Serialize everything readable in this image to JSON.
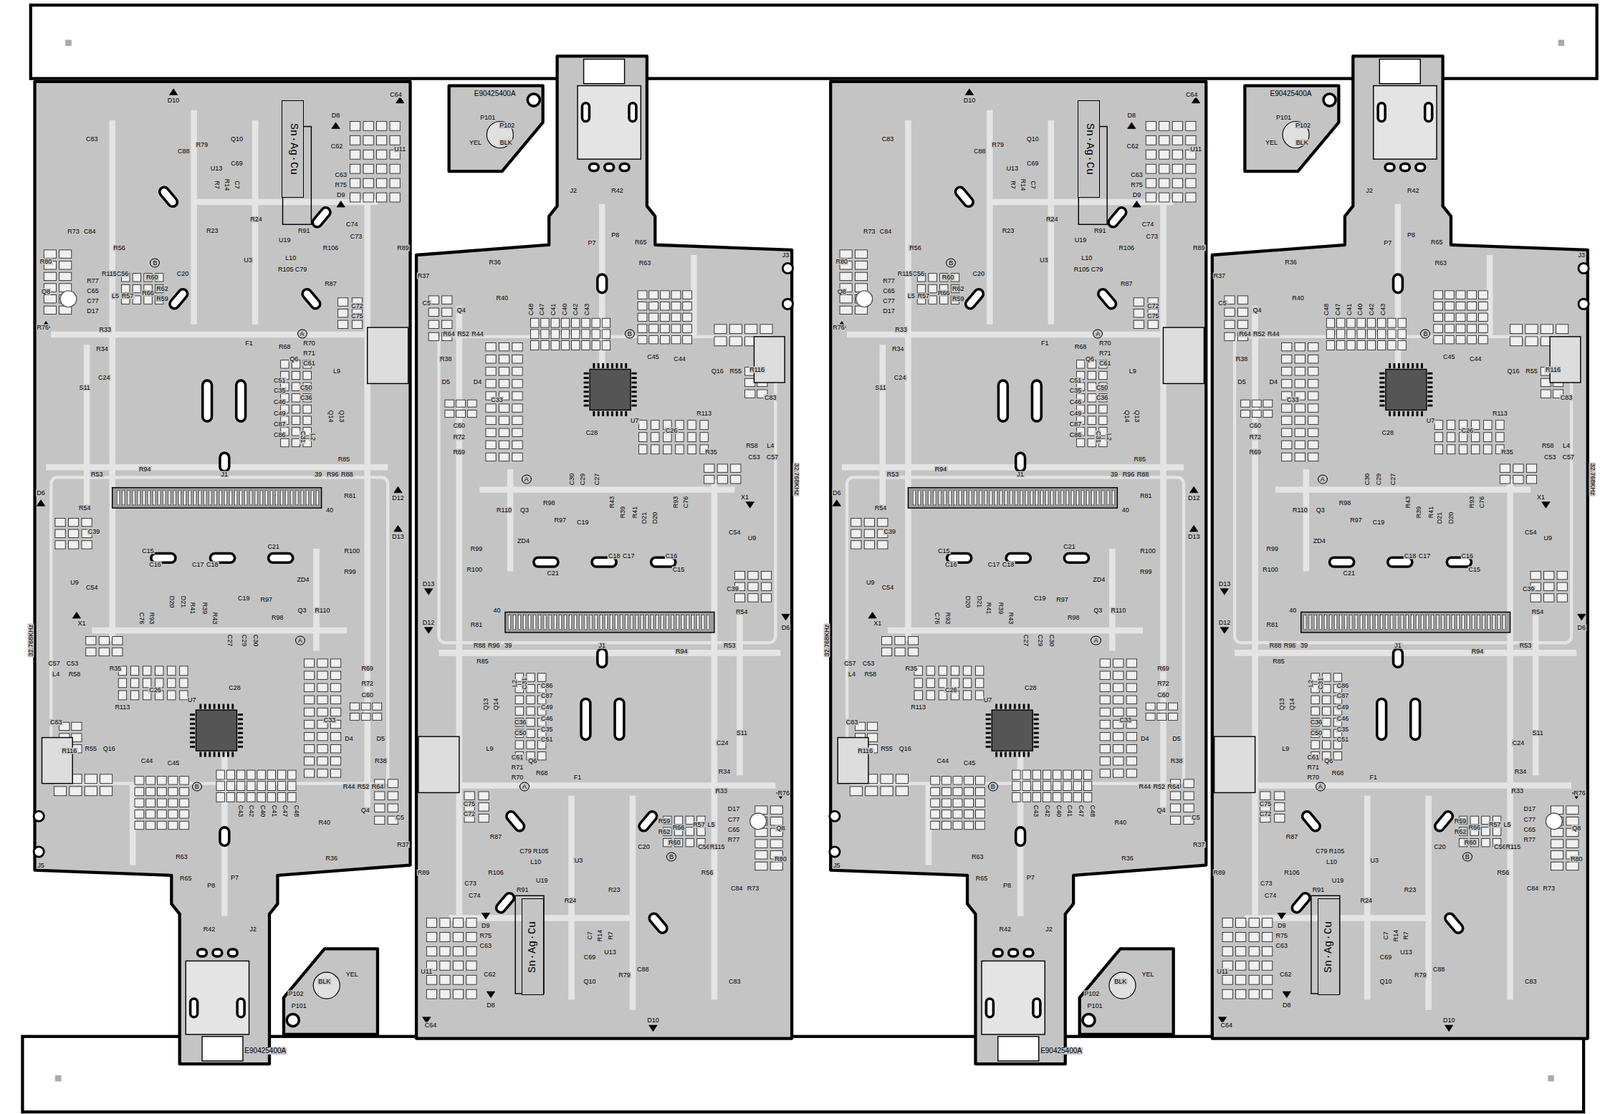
{
  "diagram": {
    "nodes": [
      {
        "text": [
          "Sn·Ag·Cu"
        ]
      },
      {
        "text": [
          "Sn·Ag·Cu"
        ]
      },
      {
        "text": [
          "Sn·Ag·Cu"
        ]
      },
      {
        "text": [
          "Sn·Ag·Cu"
        ]
      }
    ],
    "labels": [
      "J5",
      "R42",
      "J2",
      "P7",
      "P8",
      "R65",
      "R63",
      "R36",
      "R37",
      "C5",
      "Q4",
      "R64",
      "R52",
      "R44",
      "R40",
      "C48",
      "C47",
      "C41",
      "C40",
      "C42",
      "C43",
      "R38",
      "D5",
      "D4",
      "C33",
      "C45",
      "C44",
      "Q16",
      "R55",
      "R116",
      "U7",
      "C28",
      "C26",
      "R113",
      "R35",
      "C83",
      "R58",
      "L4",
      "C53",
      "C57",
      "32.768KHz",
      "C60",
      "R72",
      "R69",
      "C30",
      "C29",
      "C27",
      "R110",
      "Q3",
      "R98",
      "R97",
      "C19",
      "R43",
      "R39",
      "R41",
      "D21",
      "D20",
      "R93",
      "C76",
      "X1",
      "C54",
      "U9",
      "R99",
      "R100",
      "ZD4",
      "C21",
      "C18",
      "C17",
      "C16",
      "C15",
      "C39",
      "R54",
      "D6",
      "D13",
      "D12",
      "40",
      "R81",
      "R88",
      "R96",
      "39",
      "J1",
      "R94",
      "R53",
      "R85",
      "L2",
      "C31",
      "C86",
      "C87",
      "C49",
      "C46",
      "C35",
      "C51",
      "C36",
      "C50",
      "Q6",
      "C61",
      "R71",
      "R70",
      "R68",
      "Q13",
      "Q14",
      "L9",
      "C24",
      "S11",
      "R34",
      "R33",
      "D17",
      "C77",
      "C65",
      "R77",
      "Q8",
      "R80",
      "R76",
      "C75",
      "C72",
      "R87",
      "R89",
      "R106",
      "C79",
      "R105",
      "L10",
      "U19",
      "R91",
      "C73",
      "C74",
      "U3",
      "R59",
      "R62",
      "R66",
      "R60",
      "R57",
      "L5",
      "C56",
      "R115",
      "R56",
      "R24",
      "R23",
      "C20",
      "C84",
      "R73",
      "D9",
      "R75",
      "C63",
      "C7",
      "R14",
      "R7",
      "C69",
      "U13",
      "Q10",
      "R79",
      "C88",
      "C83",
      "U11",
      "C62",
      "D8",
      "C64",
      "D10",
      "F1",
      "A",
      "B",
      "A",
      "B",
      "E90425400A",
      "P101",
      "P102",
      "BLK",
      "YEL",
      "J3",
      "R42",
      "J2",
      "P7",
      "P8",
      "R65",
      "R63",
      "R36",
      "R37",
      "C5",
      "Q4",
      "R64",
      "R52",
      "R44",
      "R40",
      "C48",
      "C47",
      "C41",
      "C40",
      "C42",
      "C43",
      "R38",
      "D5",
      "D4",
      "C33",
      "C45",
      "C44",
      "Q16",
      "R55",
      "R116",
      "U7",
      "C28",
      "C26",
      "R113",
      "R35",
      "C83",
      "R58",
      "L4",
      "C53",
      "C57",
      "32.768KHz",
      "C60",
      "R72",
      "R69",
      "C30",
      "C29",
      "C27",
      "R110",
      "Q3",
      "R98",
      "R97",
      "C19",
      "R43",
      "R39",
      "R41",
      "D21",
      "D20",
      "R93",
      "C76",
      "X1",
      "C54",
      "U9",
      "R99",
      "R100",
      "ZD4",
      "C21",
      "C18",
      "C17",
      "C16",
      "C15",
      "C39",
      "R54",
      "D6",
      "D13",
      "D12",
      "40",
      "R81",
      "R88",
      "R96",
      "39",
      "J1",
      "R94",
      "R53",
      "R85",
      "L2",
      "C31",
      "C86",
      "C87",
      "C49",
      "C46",
      "C35",
      "C51",
      "C36",
      "C50",
      "Q6",
      "C61",
      "R71",
      "R70",
      "R68",
      "Q13",
      "Q14",
      "L9",
      "C24",
      "S11",
      "R34",
      "R33",
      "D17",
      "C77",
      "C65",
      "R77",
      "Q8",
      "R80",
      "R76",
      "C75",
      "C72",
      "R87",
      "R89",
      "R106",
      "C79",
      "R105",
      "L10",
      "U19",
      "R91",
      "C73",
      "C74",
      "U3",
      "R59",
      "R62",
      "R66",
      "R60",
      "R57",
      "L5",
      "C56",
      "R115",
      "R56",
      "R24",
      "R23",
      "C20",
      "C84",
      "R73",
      "D9",
      "R75",
      "C63",
      "C7",
      "R14",
      "R7",
      "C69",
      "U13",
      "Q10",
      "R79",
      "C88",
      "C83",
      "U11",
      "C62",
      "D8",
      "C64",
      "D10",
      "F1",
      "A",
      "B",
      "A",
      "B",
      "E90425400A",
      "P101",
      "P102",
      "BLK",
      "YEL",
      "J5",
      "R42",
      "J2",
      "P7",
      "P8",
      "R65",
      "R63",
      "R36",
      "R37",
      "C5",
      "Q4",
      "R64",
      "R52",
      "R44",
      "R40",
      "C48",
      "C47",
      "C41",
      "C40",
      "C42",
      "C43",
      "R38",
      "D5",
      "D4",
      "C33",
      "C45",
      "C44",
      "Q16",
      "R55",
      "R116",
      "U7",
      "C28",
      "C26",
      "R113",
      "R35",
      "C83",
      "R58",
      "L4",
      "C53",
      "C57",
      "32.768KHz",
      "C60",
      "R72",
      "R69",
      "C30",
      "C29",
      "C27",
      "R110",
      "Q3",
      "R98",
      "R97",
      "C19",
      "R43",
      "R39",
      "R41",
      "D21",
      "D20",
      "R93",
      "C76",
      "X1",
      "C54",
      "U9",
      "R99",
      "R100",
      "ZD4",
      "C21",
      "C18",
      "C17",
      "C16",
      "C15",
      "C39",
      "R54",
      "D6",
      "D13",
      "D12",
      "40",
      "R81",
      "R88",
      "R96",
      "39",
      "J1",
      "R94",
      "R53",
      "R85",
      "L2",
      "C31",
      "C86",
      "C87",
      "C49",
      "C46",
      "C35",
      "C51",
      "C36",
      "C50",
      "Q6",
      "C61",
      "R71",
      "R70",
      "R68",
      "Q13",
      "Q14",
      "L9",
      "C24",
      "S11",
      "R34",
      "R33",
      "D17",
      "C77",
      "C65",
      "R77",
      "Q8",
      "R80",
      "R76",
      "C75",
      "C72",
      "R87",
      "R89",
      "R106",
      "C79",
      "R105",
      "L10",
      "U19",
      "R91",
      "C73",
      "C74",
      "U3",
      "R59",
      "R62",
      "R66",
      "R60",
      "R57",
      "L5",
      "C56",
      "R115",
      "R56",
      "R24",
      "R23",
      "C20",
      "C84",
      "R73",
      "D9",
      "R75",
      "C63",
      "C7",
      "R14",
      "R7",
      "C69",
      "U13",
      "Q10",
      "R79",
      "C88",
      "C83",
      "U11",
      "C62",
      "D8",
      "C64",
      "D10",
      "F1",
      "A",
      "B",
      "A",
      "B",
      "E90425400A",
      "P101",
      "P102",
      "BLK",
      "YEL",
      "J3",
      "R42",
      "J2",
      "P7",
      "P8",
      "R65",
      "R63",
      "R36",
      "R37",
      "C5",
      "Q4",
      "R64",
      "R52",
      "R44",
      "R40",
      "C48",
      "C47",
      "C41",
      "C40",
      "C42",
      "C43",
      "R38",
      "D5",
      "D4",
      "C33",
      "C45",
      "C44",
      "Q16",
      "R55",
      "R116",
      "U7",
      "C28",
      "C26",
      "R113",
      "R35",
      "C83",
      "R58",
      "L4",
      "C53",
      "C57",
      "32.768KHz",
      "C60",
      "R72",
      "R69",
      "C30",
      "C29",
      "C27",
      "R110",
      "Q3",
      "R98",
      "R97",
      "C19",
      "R43",
      "R39",
      "R41",
      "D21",
      "D20",
      "R93",
      "C76",
      "X1",
      "C54",
      "U9",
      "R99",
      "R100",
      "ZD4",
      "C21",
      "C18",
      "C17",
      "C16",
      "C15",
      "C39",
      "R54",
      "D6",
      "D13",
      "D12",
      "40",
      "R81",
      "R88",
      "R96",
      "39",
      "J1",
      "R94",
      "R53",
      "R85",
      "L2",
      "C31",
      "C86",
      "C87",
      "C49",
      "C46",
      "C35",
      "C51",
      "C36",
      "C50",
      "Q6",
      "C61",
      "R71",
      "R70",
      "R68",
      "Q13",
      "Q14",
      "L9",
      "C24",
      "S11",
      "R34",
      "R33",
      "D17",
      "C77",
      "C65",
      "R77",
      "Q8",
      "R80",
      "R76",
      "C75",
      "C72",
      "R87",
      "R89",
      "R106",
      "C79",
      "R105",
      "L10",
      "U19",
      "R91",
      "C73",
      "C74",
      "U3",
      "R59",
      "R62",
      "R66",
      "R60",
      "R57",
      "L5",
      "C56",
      "R115",
      "R56",
      "R24",
      "R23",
      "C20",
      "C84",
      "R73",
      "D9",
      "R75",
      "C63",
      "C7",
      "R14",
      "R7",
      "C69",
      "U13",
      "Q10",
      "R79",
      "C88",
      "C83",
      "U11",
      "C62",
      "D8",
      "C64",
      "D10",
      "F1",
      "A",
      "B",
      "A",
      "B",
      "E90425400A",
      "P101",
      "P102",
      "BLK",
      "YEL"
    ]
  }
}
